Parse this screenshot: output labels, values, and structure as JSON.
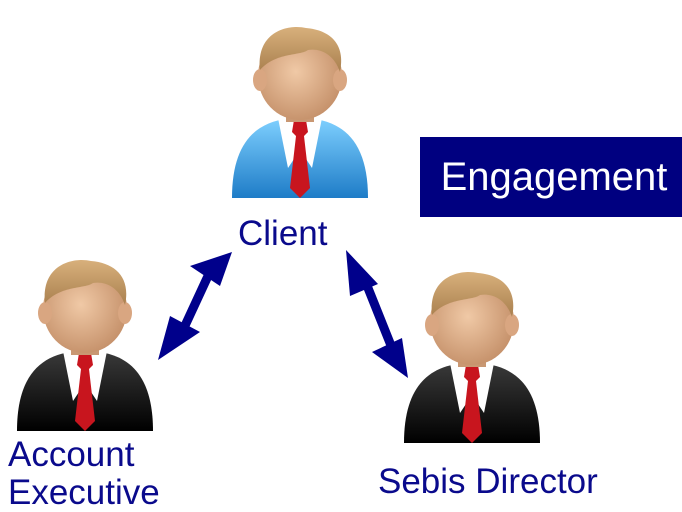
{
  "client": {
    "label": "Client",
    "shirt_color": "#3aa7e4",
    "icon": "person-icon"
  },
  "account_executive": {
    "label_line1": "Account",
    "label_line2": "Executive",
    "shirt_color": "#111111",
    "icon": "person-icon"
  },
  "sebis_director": {
    "label": "Sebis Director",
    "shirt_color": "#111111",
    "icon": "person-icon"
  },
  "engagement": {
    "label": "Engagement",
    "bg_color": "#000080"
  },
  "arrow_color": "#00008b",
  "label_color": "#0a0a8c"
}
